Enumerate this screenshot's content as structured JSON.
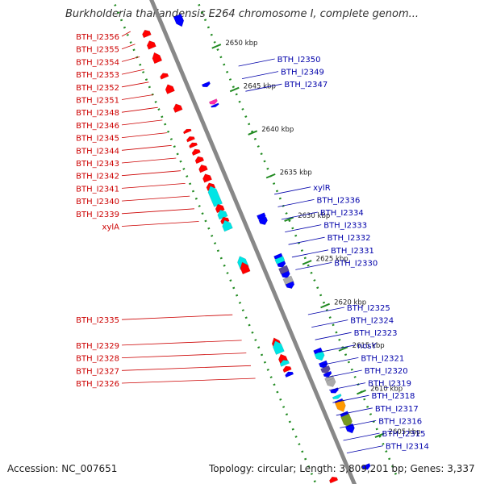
{
  "title": "Burkholderia thailandensis E264 chromosome I, complete genom...",
  "footer": {
    "accession": "Accession: NC_007651",
    "topology": "Topology: circular; Length: 3,809,201 bp; Genes: 3,337"
  },
  "colors": {
    "left_label": "#cc0000",
    "right_label": "#0000aa",
    "backbone": "#888888",
    "dot": "#228b22",
    "red": "#ff0000",
    "blue": "#0000ff",
    "cyan": "#00e5e5",
    "pink": "#ff2aa8",
    "purple": "#5a4a9a",
    "gray": "#aaaaaa",
    "orange": "#ff9900",
    "olive": "#779922"
  },
  "kbp_ticks": [
    {
      "label": "2650 kbp",
      "kb": 2650
    },
    {
      "label": "2645 kbp",
      "kb": 2645
    },
    {
      "label": "2640 kbp",
      "kb": 2640
    },
    {
      "label": "2635 kbp",
      "kb": 2635
    },
    {
      "label": "2630 kbp",
      "kb": 2630
    },
    {
      "label": "2625 kbp",
      "kb": 2625
    },
    {
      "label": "2620 kbp",
      "kb": 2620
    },
    {
      "label": "2615 kbp",
      "kb": 2615
    },
    {
      "label": "2610 kbp",
      "kb": 2610
    },
    {
      "label": "2605 kbp",
      "kb": 2605
    }
  ],
  "left_labels": [
    "BTH_I2356",
    "BTH_I2355",
    "BTH_I2354",
    "BTH_I2353",
    "BTH_I2352",
    "BTH_I2351",
    "BTH_I2348",
    "BTH_I2346",
    "BTH_I2345",
    "BTH_I2344",
    "BTH_I2343",
    "BTH_I2342",
    "BTH_I2341",
    "BTH_I2340",
    "BTH_I2339",
    "xylA",
    "BTH_I2335",
    "BTH_I2329",
    "BTH_I2328",
    "BTH_I2327",
    "BTH_I2326"
  ],
  "right_labels": [
    "BTH_I2350",
    "BTH_I2349",
    "BTH_I2347",
    "xylR",
    "BTH_I2336",
    "BTH_I2334",
    "BTH_I2333",
    "BTH_I2332",
    "BTH_I2331",
    "BTH_I2330",
    "BTH_I2325",
    "BTH_I2324",
    "BTH_I2323",
    "nosY",
    "BTH_I2321",
    "BTH_I2320",
    "BTH_I2319",
    "BTH_I2318",
    "BTH_I2317",
    "BTH_I2316",
    "BTH_I2315",
    "BTH_I2314"
  ],
  "features": [
    {
      "kb": 2654.2,
      "len": 0.8,
      "side": "L",
      "color": "red"
    },
    {
      "kb": 2652.9,
      "len": 0.9,
      "side": "L",
      "color": "red"
    },
    {
      "kb": 2651.4,
      "len": 1.2,
      "side": "L",
      "color": "red"
    },
    {
      "kb": 2649.3,
      "len": 0.6,
      "side": "L",
      "color": "red"
    },
    {
      "kb": 2647.8,
      "len": 1.0,
      "side": "L",
      "color": "red"
    },
    {
      "kb": 2645.6,
      "len": 0.9,
      "side": "L",
      "color": "red"
    },
    {
      "kb": 2642.9,
      "len": 0.4,
      "side": "L",
      "color": "red"
    },
    {
      "kb": 2642.0,
      "len": 0.5,
      "side": "L",
      "color": "red"
    },
    {
      "kb": 2641.3,
      "len": 0.5,
      "side": "L",
      "color": "red"
    },
    {
      "kb": 2640.5,
      "len": 0.6,
      "side": "L",
      "color": "red"
    },
    {
      "kb": 2639.6,
      "len": 0.7,
      "side": "L",
      "color": "red"
    },
    {
      "kb": 2638.6,
      "len": 0.8,
      "side": "L",
      "color": "red"
    },
    {
      "kb": 2637.5,
      "len": 0.9,
      "side": "L",
      "color": "red"
    },
    {
      "kb": 2636.5,
      "len": 0.8,
      "side": "L",
      "color": "red"
    },
    {
      "kb": 2635.4,
      "len": 2.4,
      "side": "L",
      "color": "cyan"
    },
    {
      "kb": 2634.0,
      "len": 0.9,
      "side": "L",
      "color": "red"
    },
    {
      "kb": 2633.3,
      "len": 1.0,
      "side": "L",
      "color": "cyan"
    },
    {
      "kb": 2632.6,
      "len": 0.7,
      "side": "L",
      "color": "red"
    },
    {
      "kb": 2632.0,
      "len": 1.2,
      "side": "L",
      "color": "cyan"
    },
    {
      "kb": 2627.7,
      "len": 1.5,
      "side": "L",
      "color": "cyan"
    },
    {
      "kb": 2627.1,
      "len": 1.3,
      "side": "L",
      "color": "red"
    },
    {
      "kb": 2618.4,
      "len": 1.2,
      "side": "L",
      "color": "red"
    },
    {
      "kb": 2617.9,
      "len": 1.5,
      "side": "L",
      "color": "cyan"
    },
    {
      "kb": 2616.6,
      "len": 1.0,
      "side": "L",
      "color": "red"
    },
    {
      "kb": 2616.1,
      "len": 0.6,
      "side": "L",
      "color": "cyan"
    },
    {
      "kb": 2615.4,
      "len": 0.6,
      "side": "L",
      "color": "red"
    },
    {
      "kb": 2614.8,
      "len": 0.5,
      "side": "L",
      "color": "blue"
    },
    {
      "kb": 2654.0,
      "len": 1.4,
      "side": "R",
      "color": "blue"
    },
    {
      "kb": 2646.6,
      "len": 0.5,
      "side": "R",
      "color": "blue"
    },
    {
      "kb": 2644.6,
      "len": 0.5,
      "side": "R",
      "color": "pink"
    },
    {
      "kb": 2644.2,
      "len": 0.3,
      "side": "R",
      "color": "blue"
    },
    {
      "kb": 2631.3,
      "len": 0.8,
      "side": "R",
      "color": "blue"
    },
    {
      "kb": 2630.8,
      "len": 0.8,
      "side": "R",
      "color": "blue"
    },
    {
      "kb": 2626.7,
      "len": 0.6,
      "side": "R",
      "color": "blue"
    },
    {
      "kb": 2626.2,
      "len": 0.9,
      "side": "R",
      "color": "cyan"
    },
    {
      "kb": 2625.8,
      "len": 0.6,
      "side": "R",
      "color": "blue"
    },
    {
      "kb": 2625.0,
      "len": 1.2,
      "side": "R",
      "color": "purple"
    },
    {
      "kb": 2624.6,
      "len": 0.7,
      "side": "R",
      "color": "blue"
    },
    {
      "kb": 2623.7,
      "len": 1.4,
      "side": "R",
      "color": "gray"
    },
    {
      "kb": 2623.4,
      "len": 0.7,
      "side": "R",
      "color": "blue"
    },
    {
      "kb": 2615.6,
      "len": 1.0,
      "side": "R",
      "color": "blue"
    },
    {
      "kb": 2615.2,
      "len": 1.0,
      "side": "R",
      "color": "cyan"
    },
    {
      "kb": 2614.2,
      "len": 0.8,
      "side": "R",
      "color": "blue"
    },
    {
      "kb": 2613.6,
      "len": 0.8,
      "side": "R",
      "color": "purple"
    },
    {
      "kb": 2613.1,
      "len": 0.5,
      "side": "R",
      "color": "blue"
    },
    {
      "kb": 2612.6,
      "len": 0.5,
      "side": "R",
      "color": "gray"
    },
    {
      "kb": 2612.1,
      "len": 0.9,
      "side": "R",
      "color": "gray"
    },
    {
      "kb": 2611.2,
      "len": 0.5,
      "side": "R",
      "color": "blue"
    },
    {
      "kb": 2610.5,
      "len": 0.4,
      "side": "R",
      "color": "cyan"
    },
    {
      "kb": 2609.8,
      "len": 0.8,
      "side": "R",
      "color": "blue"
    },
    {
      "kb": 2609.4,
      "len": 1.3,
      "side": "R",
      "color": "orange"
    },
    {
      "kb": 2608.3,
      "len": 0.9,
      "side": "R",
      "color": "blue"
    },
    {
      "kb": 2607.7,
      "len": 1.5,
      "side": "R",
      "color": "olive"
    },
    {
      "kb": 2606.8,
      "len": 1.0,
      "side": "R",
      "color": "blue"
    },
    {
      "kb": 2602.6,
      "len": 0.6,
      "side": "L",
      "color": "red"
    },
    {
      "kb": 2602.4,
      "len": 0.6,
      "side": "R",
      "color": "blue"
    }
  ]
}
